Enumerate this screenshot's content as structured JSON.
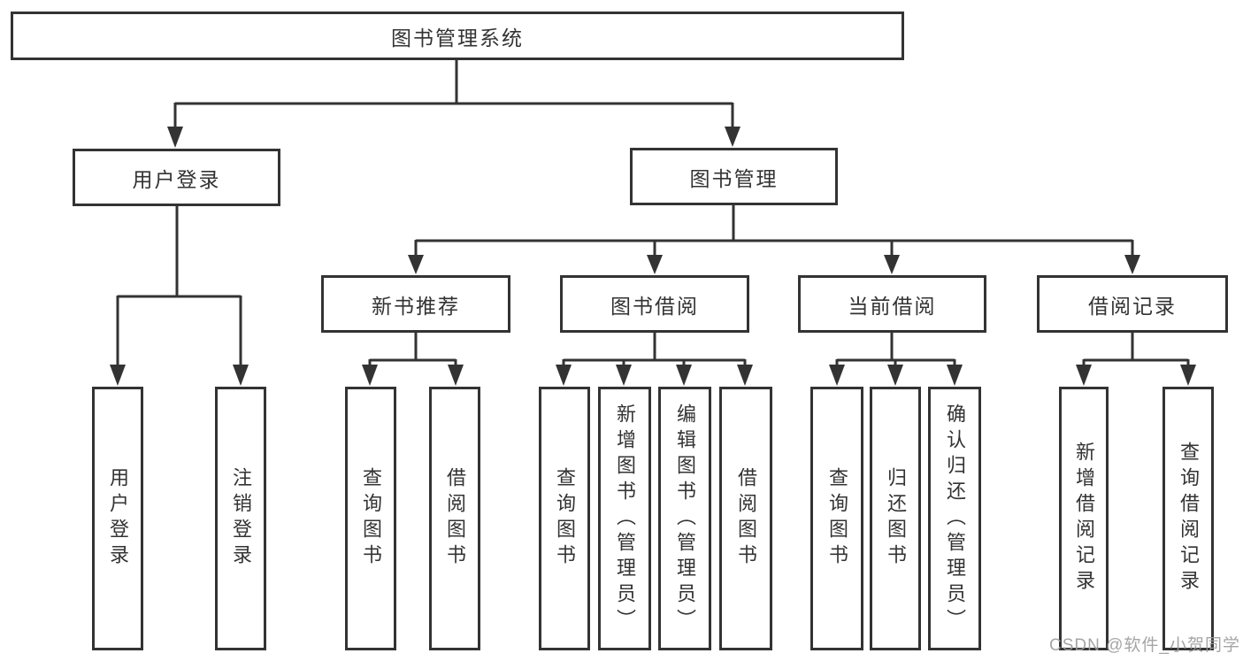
{
  "title": "图书管理系统",
  "nodes": {
    "user_login": {
      "label": "用户登录",
      "children": {
        "login": "用户登录",
        "logout": "注销登录"
      }
    },
    "book_mgmt": {
      "label": "图书管理",
      "children": {
        "new_book": {
          "label": "新书推荐",
          "children": {
            "query": "查询图书",
            "borrow": "借阅图书"
          }
        },
        "borrowing": {
          "label": "图书借阅",
          "children": {
            "query": "查询图书",
            "add": "新增图书（管理员）",
            "edit": "编辑图书（管理员）",
            "borrow": "借阅图书"
          }
        },
        "current": {
          "label": "当前借阅",
          "children": {
            "query": "查询图书",
            "return": "归还图书",
            "confirm": "确认归还（管理员）"
          }
        },
        "records": {
          "label": "借阅记录",
          "children": {
            "add": "新增借阅记录",
            "query": "查询借阅记录"
          }
        }
      }
    }
  },
  "watermark": "CSDN @软件_小贺同学",
  "colors": {
    "line": "#333333",
    "box_border": "#333333",
    "box_fill": "#ffffff",
    "text": "#333333",
    "watermark": "#9b9b9b",
    "background": "#ffffff"
  }
}
